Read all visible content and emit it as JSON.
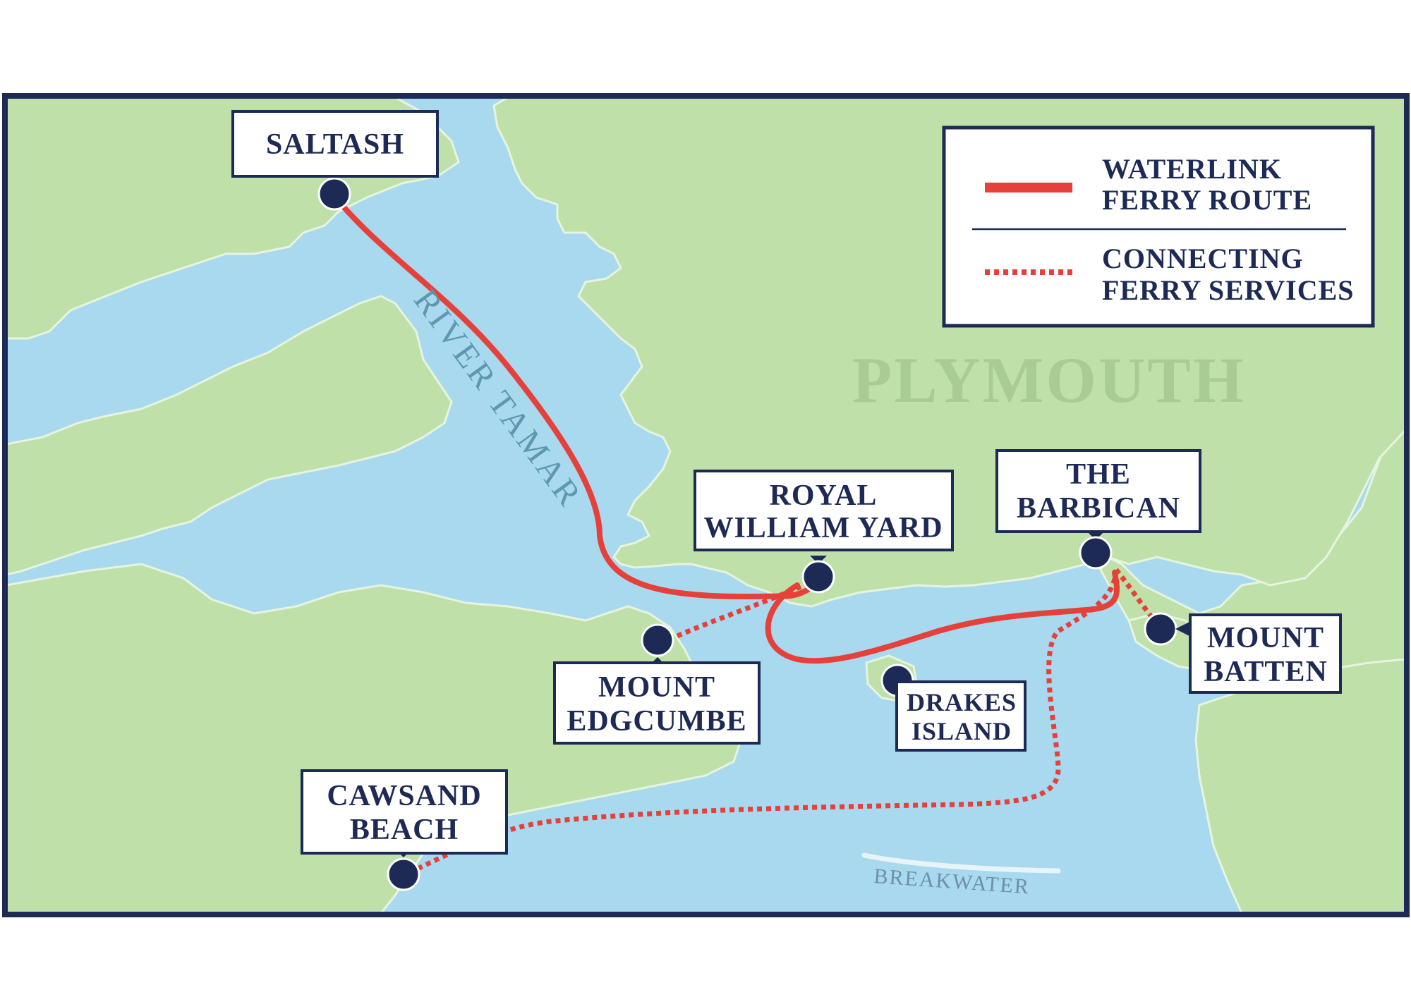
{
  "map": {
    "place_name": "PLYMOUTH",
    "river_label": "RIVER TAMAR",
    "breakwater_label": "BREAKWATER",
    "colors": {
      "land": "#bfe0a9",
      "water": "#a9d9ee",
      "frame": "#1c2a55",
      "route": "#e5403a",
      "stop_marker": "#1c2a55",
      "label_text": "#1c2a55"
    }
  },
  "legend": {
    "items": [
      {
        "line_style": "solid",
        "lines": [
          "WATERLINK",
          "FERRY ROUTE"
        ]
      },
      {
        "line_style": "dotted",
        "lines": [
          "CONNECTING",
          "FERRY SERVICES"
        ]
      }
    ]
  },
  "stops": {
    "saltash": {
      "lines": [
        "SALTASH"
      ]
    },
    "royal_william_yard": {
      "lines": [
        "ROYAL",
        "WILLIAM YARD"
      ]
    },
    "the_barbican": {
      "lines": [
        "THE",
        "BARBICAN"
      ]
    },
    "mount_edgcumbe": {
      "lines": [
        "MOUNT",
        "EDGCUMBE"
      ]
    },
    "drakes_island": {
      "lines": [
        "DRAKES",
        "ISLAND"
      ]
    },
    "mount_batten": {
      "lines": [
        "MOUNT",
        "BATTEN"
      ]
    },
    "cawsand_beach": {
      "lines": [
        "CAWSAND",
        "BEACH"
      ]
    }
  }
}
